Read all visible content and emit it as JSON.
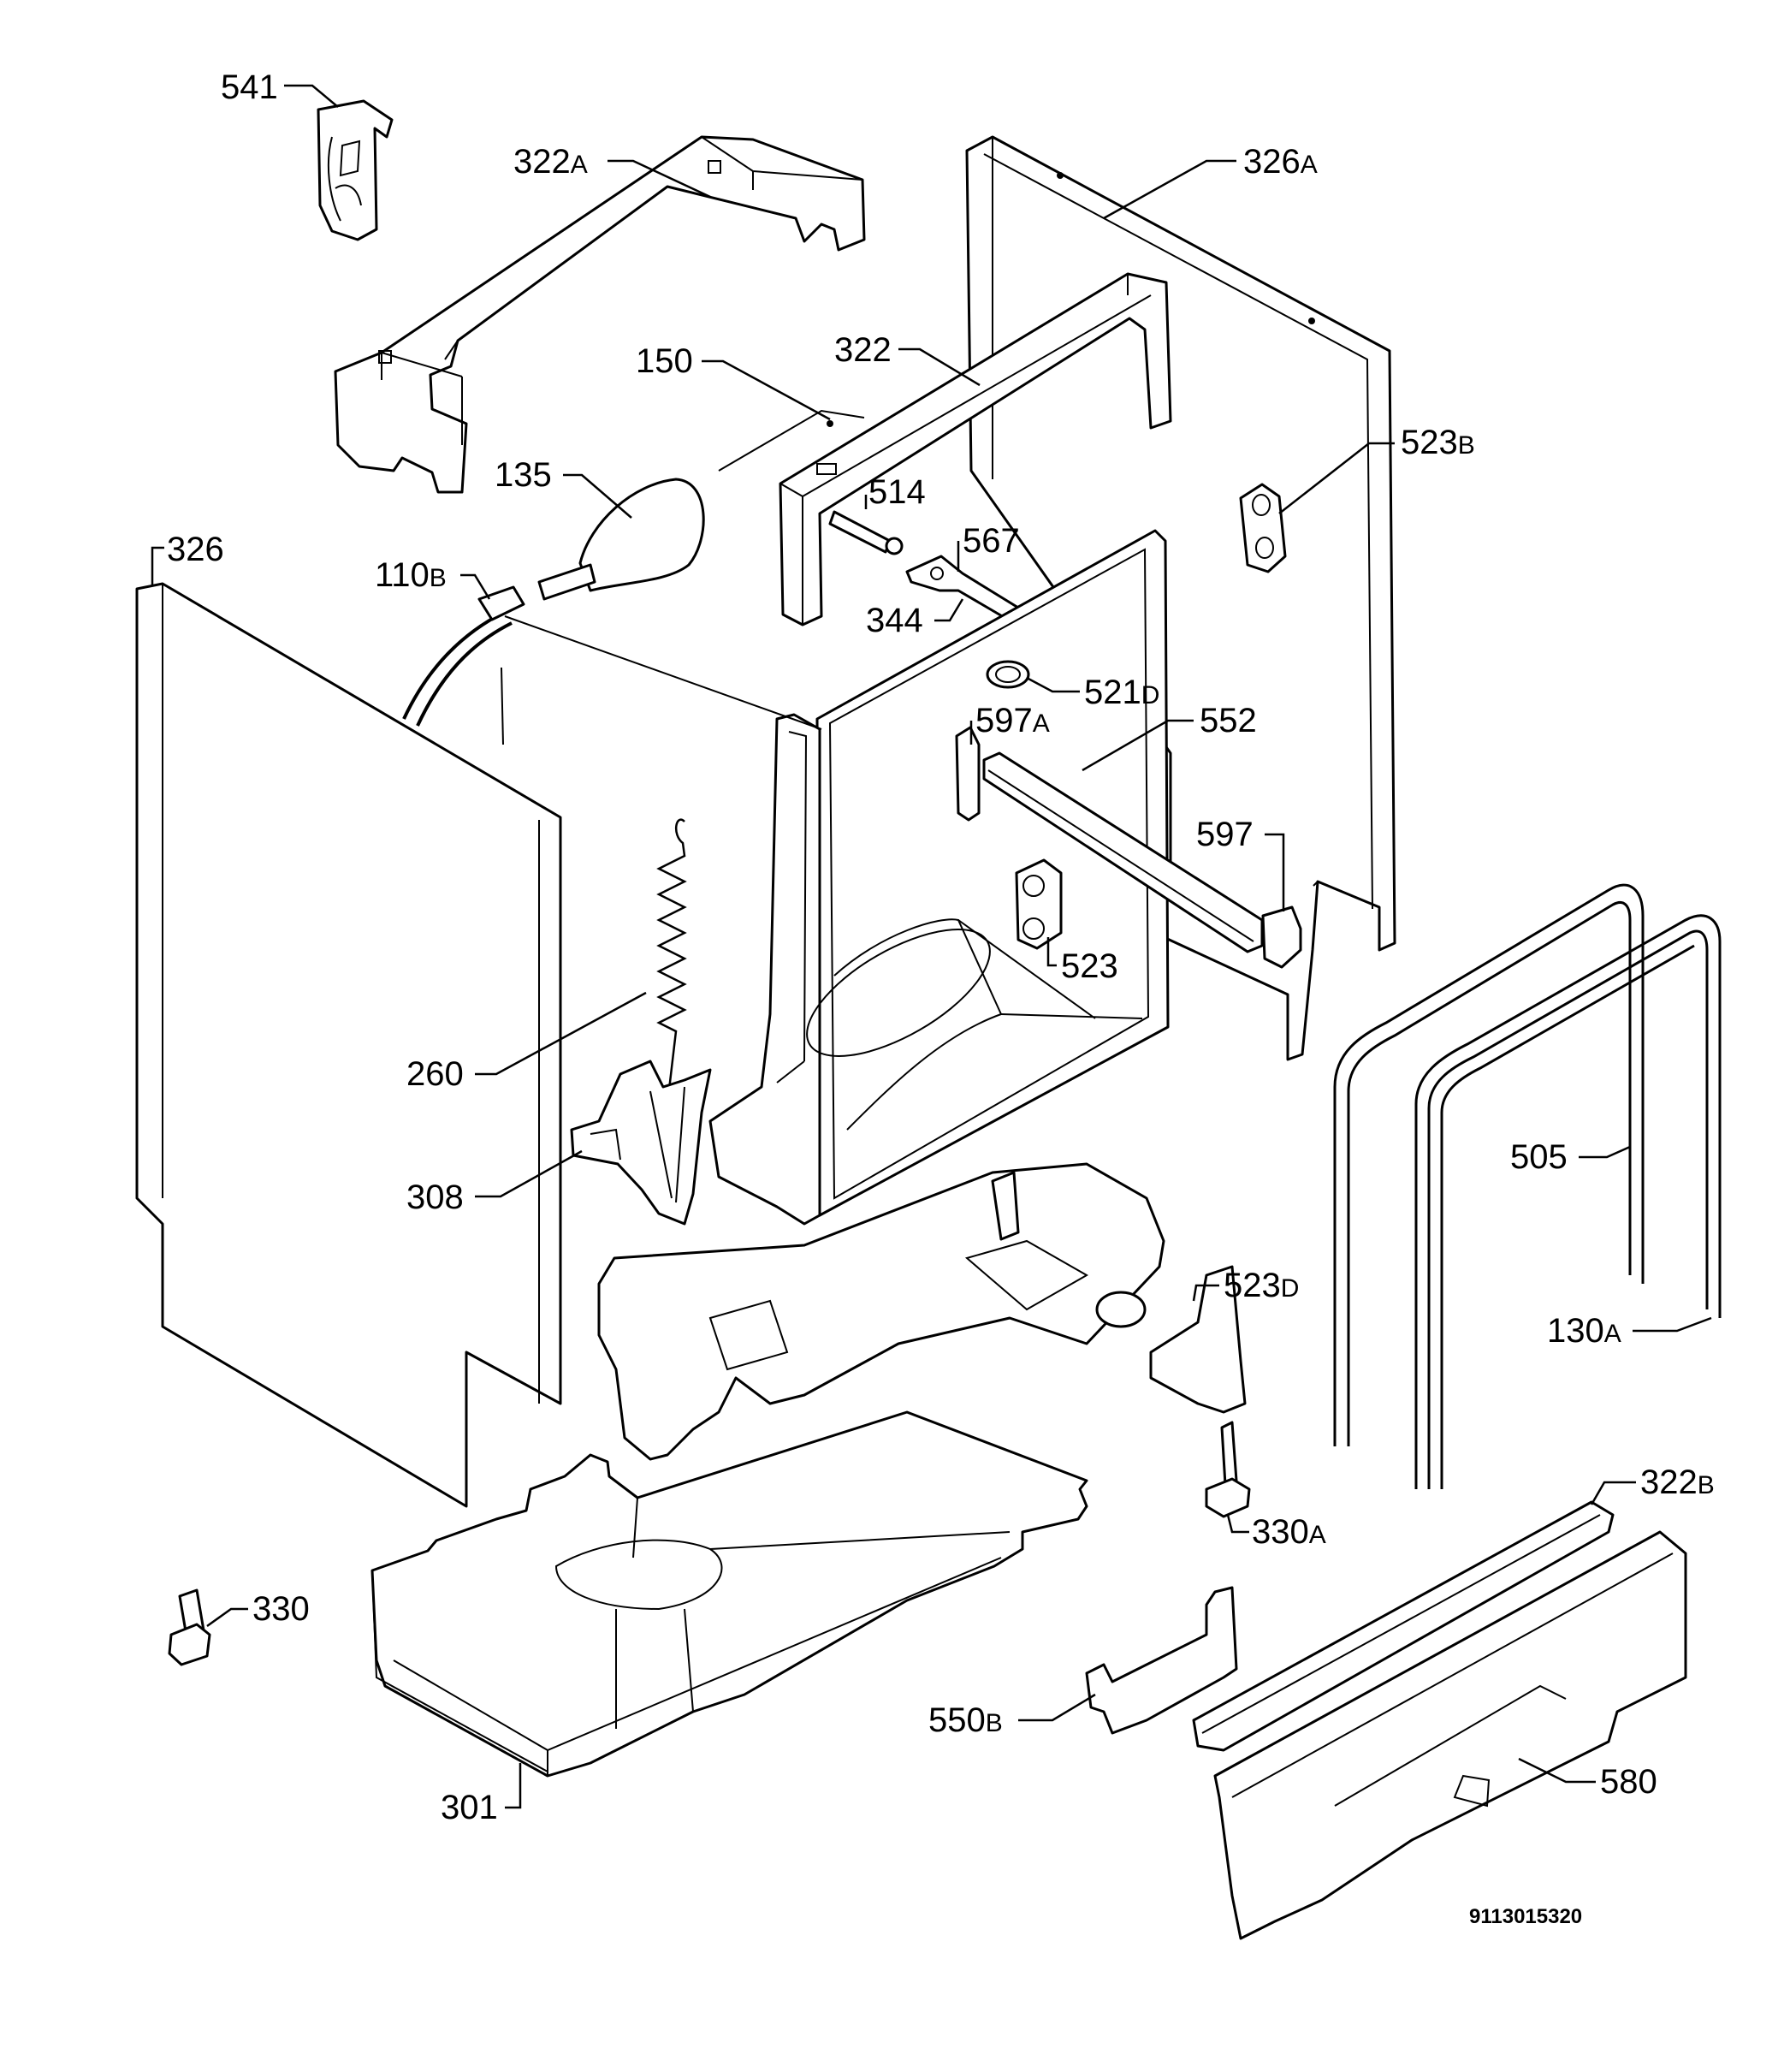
{
  "document_id": "9113015320",
  "callouts": [
    {
      "id": "c541",
      "num": "541",
      "suffix": ""
    },
    {
      "id": "c322A",
      "num": "322",
      "suffix": "A"
    },
    {
      "id": "c326A",
      "num": "326",
      "suffix": "A"
    },
    {
      "id": "c150",
      "num": "150",
      "suffix": ""
    },
    {
      "id": "c322",
      "num": "322",
      "suffix": ""
    },
    {
      "id": "c523B",
      "num": "523",
      "suffix": "B"
    },
    {
      "id": "c135",
      "num": "135",
      "suffix": ""
    },
    {
      "id": "c514",
      "num": "514",
      "suffix": ""
    },
    {
      "id": "c326",
      "num": "326",
      "suffix": ""
    },
    {
      "id": "c567",
      "num": "567",
      "suffix": ""
    },
    {
      "id": "c110B",
      "num": "110",
      "suffix": "B"
    },
    {
      "id": "c344",
      "num": "344",
      "suffix": ""
    },
    {
      "id": "c521D",
      "num": "521",
      "suffix": "D"
    },
    {
      "id": "c597A",
      "num": "597",
      "suffix": "A"
    },
    {
      "id": "c552",
      "num": "552",
      "suffix": ""
    },
    {
      "id": "c597",
      "num": "597",
      "suffix": ""
    },
    {
      "id": "c523",
      "num": "523",
      "suffix": ""
    },
    {
      "id": "c260",
      "num": "260",
      "suffix": ""
    },
    {
      "id": "c505",
      "num": "505",
      "suffix": ""
    },
    {
      "id": "c308",
      "num": "308",
      "suffix": ""
    },
    {
      "id": "c523D",
      "num": "523",
      "suffix": "D"
    },
    {
      "id": "c130A",
      "num": "130",
      "suffix": "A"
    },
    {
      "id": "c322B",
      "num": "322",
      "suffix": "B"
    },
    {
      "id": "c330A",
      "num": "330",
      "suffix": "A"
    },
    {
      "id": "c330",
      "num": "330",
      "suffix": ""
    },
    {
      "id": "c550B",
      "num": "550",
      "suffix": "B"
    },
    {
      "id": "c580",
      "num": "580",
      "suffix": ""
    },
    {
      "id": "c301",
      "num": "301",
      "suffix": ""
    }
  ]
}
